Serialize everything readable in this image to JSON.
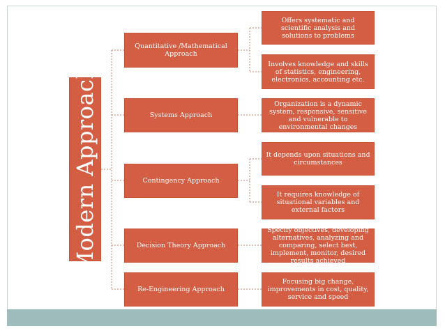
{
  "root": {
    "label": "Modern Approach"
  },
  "approaches": [
    {
      "label": "Quantitative /Mathematical Approach",
      "details": [
        "Offers systematic and scientific analysis and solutions to problems",
        "Involves knowledge and skills of statistics, engineering, electronics, accounting etc."
      ]
    },
    {
      "label": "Systems Approach",
      "details": [
        "Organization is a dynamic system, responsive, sensitive and vulnerable to environmental changes"
      ]
    },
    {
      "label": "Contingency Approach",
      "details": [
        "It depends upon situations and circumstances",
        "It requires knowledge of situational variables and external factors"
      ]
    },
    {
      "label": "Decision Theory Approach",
      "details": [
        "Specify objectives, developing alternatives, analyzing and comparing, select best, implement, monitor, desired results achieved"
      ]
    },
    {
      "label": "Re-Engineering Approach",
      "details": [
        "Focusing big change, improvements in cost, quality, service and speed"
      ]
    }
  ],
  "colors": {
    "box": "#d35e43",
    "connector": "#c8826f",
    "footer": "#9fbcbc"
  }
}
